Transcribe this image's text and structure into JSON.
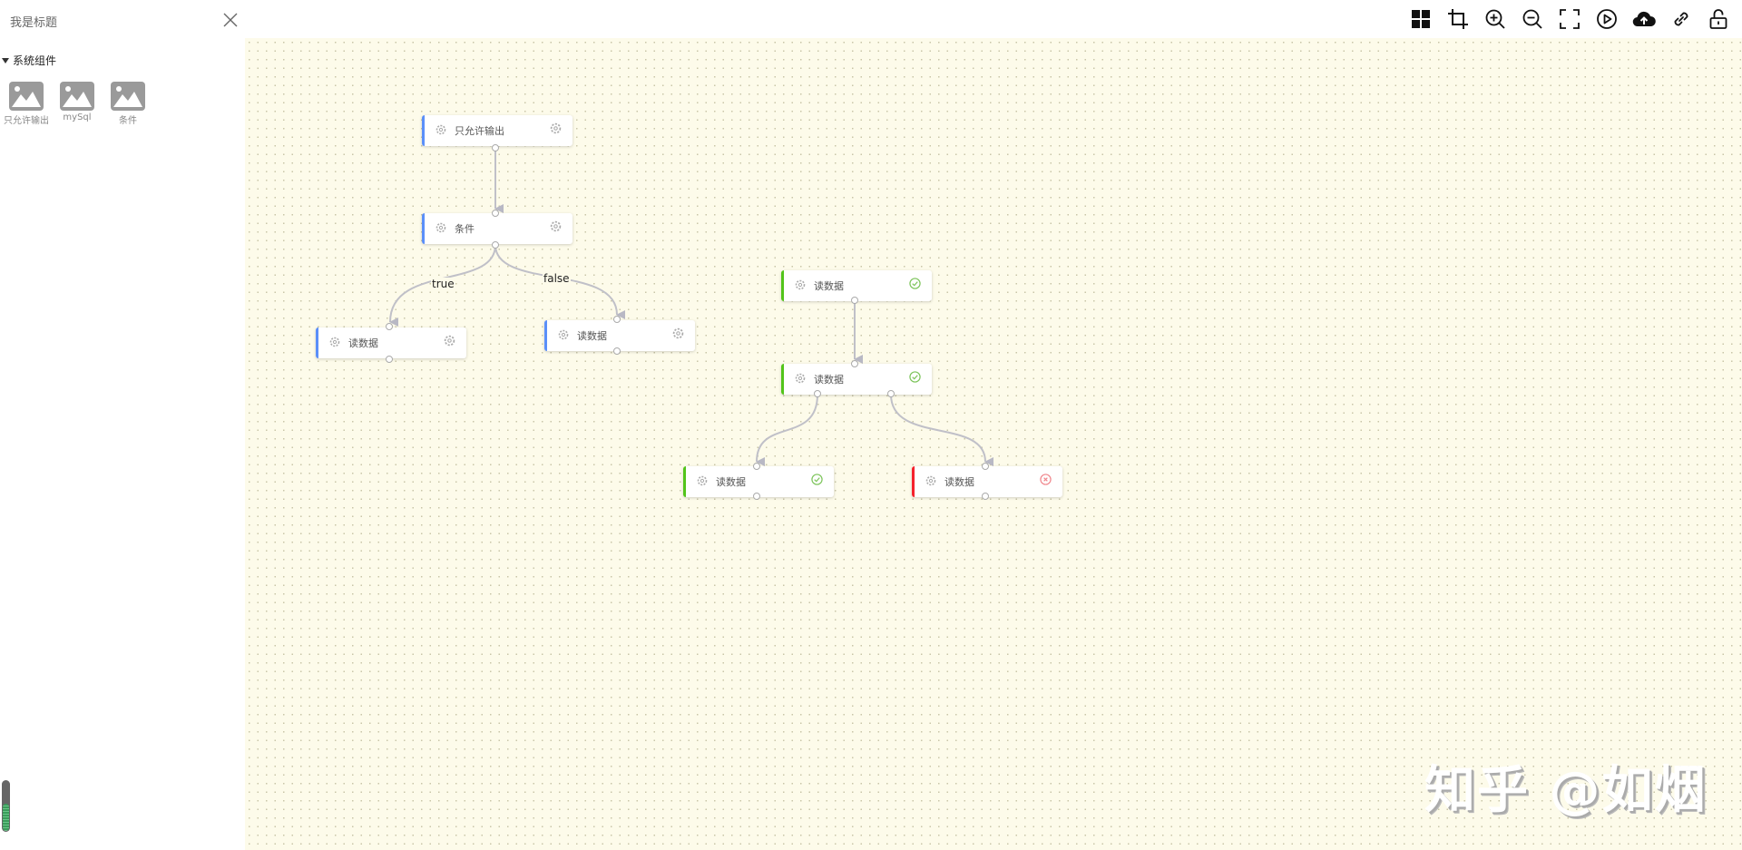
{
  "sidebar": {
    "title": "我是标题",
    "group_label": "系统组件",
    "components": [
      {
        "label": "只允许输出",
        "icon": "image-icon"
      },
      {
        "label": "mySql",
        "icon": "image-icon"
      },
      {
        "label": "条件",
        "icon": "image-icon"
      }
    ]
  },
  "toolbar": {
    "buttons": [
      {
        "name": "grid-icon",
        "title": "layout"
      },
      {
        "name": "crop-icon",
        "title": "crop"
      },
      {
        "name": "zoom-in-icon",
        "title": "zoom in"
      },
      {
        "name": "zoom-out-icon",
        "title": "zoom out"
      },
      {
        "name": "fullscreen-icon",
        "title": "fit view"
      },
      {
        "name": "play-icon",
        "title": "run"
      },
      {
        "name": "cloud-upload-icon",
        "title": "upload"
      },
      {
        "name": "link-icon",
        "title": "link"
      },
      {
        "name": "unlock-icon",
        "title": "unlock"
      }
    ]
  },
  "colors": {
    "default": "#5b8ff9",
    "success": "#52c41a",
    "error": "#f5222d",
    "canvas_bg": "#fdfbea"
  },
  "nodes": [
    {
      "id": "n1",
      "label": "只允许输出",
      "status": "default",
      "status_icon": "gear-icon"
    },
    {
      "id": "n2",
      "label": "条件",
      "status": "default",
      "status_icon": "gear-icon"
    },
    {
      "id": "n3",
      "label": "读数据",
      "status": "default",
      "status_icon": "gear-icon"
    },
    {
      "id": "n4",
      "label": "读数据",
      "status": "default",
      "status_icon": "gear-icon"
    },
    {
      "id": "n5",
      "label": "读数据",
      "status": "success",
      "status_icon": "check-circle-icon"
    },
    {
      "id": "n6",
      "label": "读数据",
      "status": "success",
      "status_icon": "check-circle-icon"
    },
    {
      "id": "n7",
      "label": "读数据",
      "status": "success",
      "status_icon": "check-circle-icon"
    },
    {
      "id": "n8",
      "label": "读数据",
      "status": "error",
      "status_icon": "close-circle-icon"
    }
  ],
  "edges": [
    {
      "from": "n1",
      "to": "n2",
      "label": ""
    },
    {
      "from": "n2",
      "to": "n3",
      "label": "true"
    },
    {
      "from": "n2",
      "to": "n4",
      "label": "false"
    },
    {
      "from": "n5",
      "to": "n6",
      "label": ""
    },
    {
      "from": "n6",
      "to": "n7",
      "label": ""
    },
    {
      "from": "n6",
      "to": "n8",
      "label": ""
    }
  ],
  "watermark": "知乎 @如烟"
}
